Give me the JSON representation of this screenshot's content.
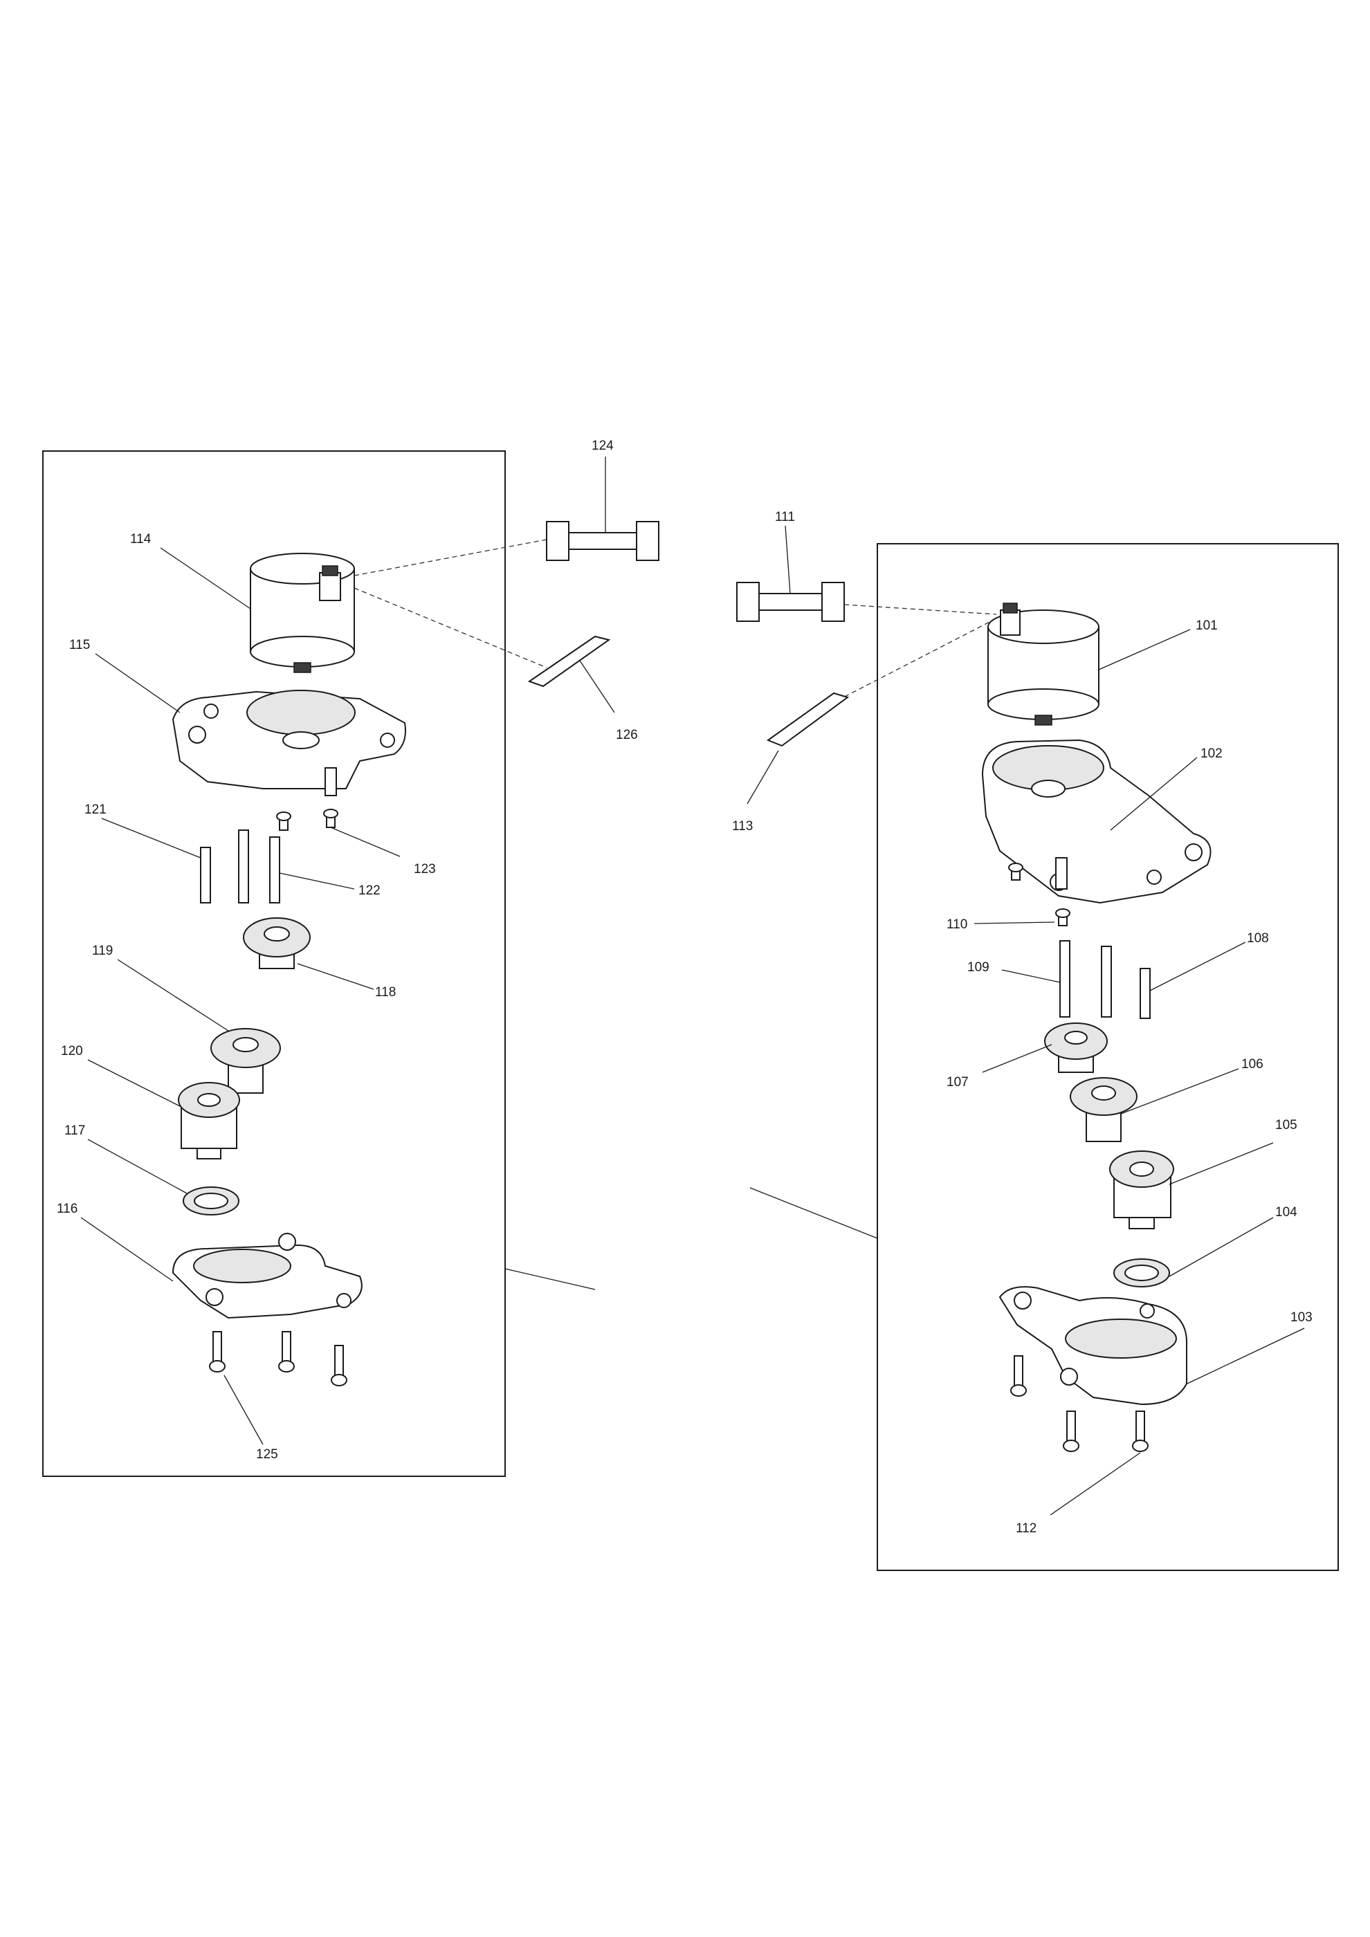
{
  "labels": {
    "l101": "101",
    "l102": "102",
    "l103": "103",
    "l104": "104",
    "l105": "105",
    "l106": "106",
    "l107": "107",
    "l108": "108",
    "l109": "109",
    "l110": "110",
    "l111": "111",
    "l112": "112",
    "l113": "113",
    "l114": "114",
    "l115": "115",
    "l116": "116",
    "l117": "117",
    "l118": "118",
    "l119": "119",
    "l120": "120",
    "l121": "121",
    "l122": "122",
    "l123": "123",
    "l124": "124",
    "l125": "125",
    "l126": "126"
  },
  "colors": {
    "line": "#1a1a1a",
    "shade": "#e6e6e6",
    "background": "#ffffff"
  }
}
